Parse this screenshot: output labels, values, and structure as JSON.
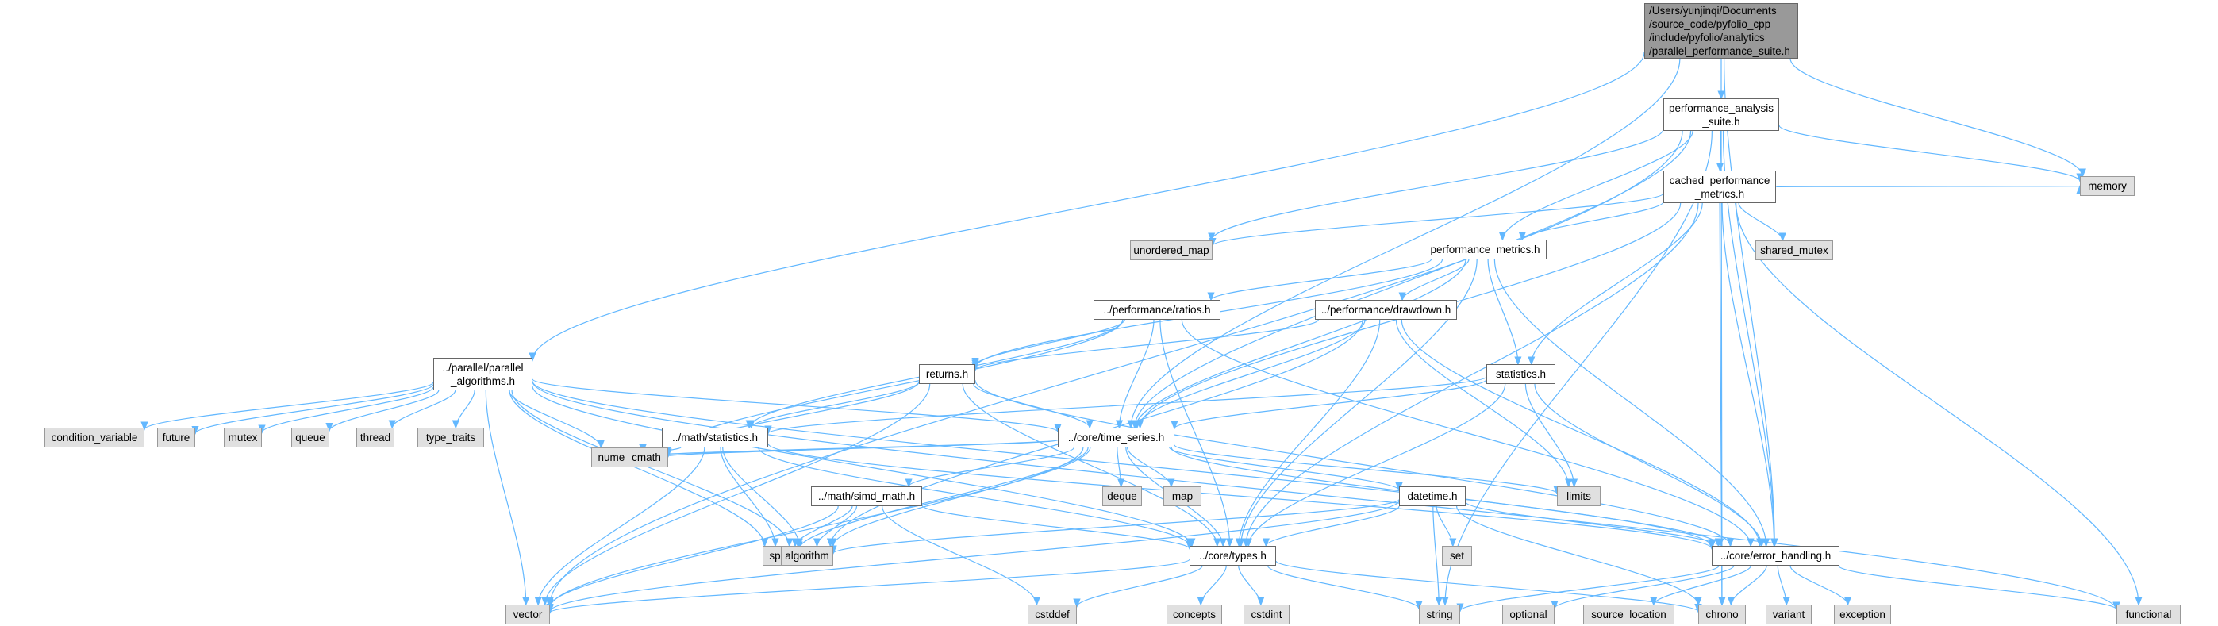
{
  "graph": {
    "edge_color": "#63b8ff",
    "nodes": [
      {
        "id": "root",
        "kind": "root",
        "lines": [
          "/Users/yunjinqi/Documents",
          "/source_code/pyfolio_cpp",
          "/include/pyfolio/analytics",
          "/parallel_performance_suite.h"
        ]
      },
      {
        "id": "pas",
        "kind": "file",
        "lines": [
          "performance_analysis",
          "_suite.h"
        ]
      },
      {
        "id": "memory",
        "kind": "sys",
        "lines": [
          "memory"
        ]
      },
      {
        "id": "cpm",
        "kind": "file",
        "lines": [
          "cached_performance",
          "_metrics.h"
        ]
      },
      {
        "id": "unordered_map",
        "kind": "sys",
        "lines": [
          "unordered_map"
        ]
      },
      {
        "id": "shared_mutex",
        "kind": "sys",
        "lines": [
          "shared_mutex"
        ]
      },
      {
        "id": "pm",
        "kind": "file",
        "lines": [
          "performance_metrics.h"
        ]
      },
      {
        "id": "ratios",
        "kind": "file",
        "lines": [
          "../performance/ratios.h"
        ]
      },
      {
        "id": "drawdown",
        "kind": "file",
        "lines": [
          "../performance/drawdown.h"
        ]
      },
      {
        "id": "parallel",
        "kind": "file",
        "lines": [
          "../parallel/parallel",
          "_algorithms.h"
        ]
      },
      {
        "id": "returns",
        "kind": "file",
        "lines": [
          "returns.h"
        ]
      },
      {
        "id": "statistics",
        "kind": "file",
        "lines": [
          "statistics.h"
        ]
      },
      {
        "id": "condition_variable",
        "kind": "sys",
        "lines": [
          "condition_variable"
        ]
      },
      {
        "id": "future",
        "kind": "sys",
        "lines": [
          "future"
        ]
      },
      {
        "id": "mutex",
        "kind": "sys",
        "lines": [
          "mutex"
        ]
      },
      {
        "id": "queue",
        "kind": "sys",
        "lines": [
          "queue"
        ]
      },
      {
        "id": "thread",
        "kind": "sys",
        "lines": [
          "thread"
        ]
      },
      {
        "id": "type_traits",
        "kind": "sys",
        "lines": [
          "type_traits"
        ]
      },
      {
        "id": "mstat",
        "kind": "file",
        "lines": [
          "../math/statistics.h"
        ]
      },
      {
        "id": "ts",
        "kind": "file",
        "lines": [
          "../core/time_series.h"
        ]
      },
      {
        "id": "deque",
        "kind": "sys",
        "lines": [
          "deque"
        ]
      },
      {
        "id": "map",
        "kind": "sys",
        "lines": [
          "map"
        ]
      },
      {
        "id": "numeric",
        "kind": "sys",
        "lines": [
          "numeric"
        ]
      },
      {
        "id": "cmath",
        "kind": "sys",
        "lines": [
          "cmath"
        ]
      },
      {
        "id": "datetime",
        "kind": "file",
        "lines": [
          "datetime.h"
        ]
      },
      {
        "id": "limits",
        "kind": "sys",
        "lines": [
          "limits"
        ]
      },
      {
        "id": "simd",
        "kind": "file",
        "lines": [
          "../math/simd_math.h"
        ]
      },
      {
        "id": "set",
        "kind": "sys",
        "lines": [
          "set"
        ]
      },
      {
        "id": "span",
        "kind": "sys",
        "lines": [
          "span"
        ]
      },
      {
        "id": "algorithm",
        "kind": "sys",
        "lines": [
          "algorithm"
        ]
      },
      {
        "id": "types",
        "kind": "file",
        "lines": [
          "../core/types.h"
        ]
      },
      {
        "id": "eh",
        "kind": "file",
        "lines": [
          "../core/error_handling.h"
        ]
      },
      {
        "id": "vector",
        "kind": "sys",
        "lines": [
          "vector"
        ]
      },
      {
        "id": "cstddef",
        "kind": "sys",
        "lines": [
          "cstddef"
        ]
      },
      {
        "id": "concepts",
        "kind": "sys",
        "lines": [
          "concepts"
        ]
      },
      {
        "id": "cstdint",
        "kind": "sys",
        "lines": [
          "cstdint"
        ]
      },
      {
        "id": "string",
        "kind": "sys",
        "lines": [
          "string"
        ]
      },
      {
        "id": "optional",
        "kind": "sys",
        "lines": [
          "optional"
        ]
      },
      {
        "id": "source_location",
        "kind": "sys",
        "lines": [
          "source_location"
        ]
      },
      {
        "id": "chrono",
        "kind": "sys",
        "lines": [
          "chrono"
        ]
      },
      {
        "id": "variant",
        "kind": "sys",
        "lines": [
          "variant"
        ]
      },
      {
        "id": "exception",
        "kind": "sys",
        "lines": [
          "exception"
        ]
      },
      {
        "id": "functional",
        "kind": "sys",
        "lines": [
          "functional"
        ]
      }
    ],
    "edges": [
      [
        "root",
        "pas"
      ],
      [
        "root",
        "memory"
      ],
      [
        "root",
        "parallel"
      ],
      [
        "root",
        "ts"
      ],
      [
        "root",
        "eh"
      ],
      [
        "pas",
        "cpm"
      ],
      [
        "pas",
        "memory"
      ],
      [
        "pas",
        "unordered_map"
      ],
      [
        "pas",
        "pm"
      ],
      [
        "pas",
        "ts"
      ],
      [
        "pas",
        "eh"
      ],
      [
        "pas",
        "vector"
      ],
      [
        "pas",
        "string"
      ],
      [
        "pas",
        "chrono"
      ],
      [
        "cpm",
        "pm"
      ],
      [
        "cpm",
        "unordered_map"
      ],
      [
        "cpm",
        "shared_mutex"
      ],
      [
        "cpm",
        "memory"
      ],
      [
        "cpm",
        "statistics"
      ],
      [
        "cpm",
        "types"
      ],
      [
        "cpm",
        "eh"
      ],
      [
        "cpm",
        "chrono"
      ],
      [
        "cpm",
        "functional"
      ],
      [
        "cpm",
        "ts"
      ],
      [
        "pm",
        "ratios"
      ],
      [
        "pm",
        "drawdown"
      ],
      [
        "pm",
        "returns"
      ],
      [
        "pm",
        "statistics"
      ],
      [
        "pm",
        "ts"
      ],
      [
        "pm",
        "types"
      ],
      [
        "pm",
        "eh"
      ],
      [
        "ratios",
        "returns"
      ],
      [
        "ratios",
        "mstat"
      ],
      [
        "ratios",
        "ts"
      ],
      [
        "ratios",
        "types"
      ],
      [
        "ratios",
        "eh"
      ],
      [
        "ratios",
        "cmath"
      ],
      [
        "drawdown",
        "returns"
      ],
      [
        "drawdown",
        "ts"
      ],
      [
        "drawdown",
        "types"
      ],
      [
        "drawdown",
        "eh"
      ],
      [
        "drawdown",
        "limits"
      ],
      [
        "drawdown",
        "algorithm"
      ],
      [
        "parallel",
        "condition_variable"
      ],
      [
        "parallel",
        "future"
      ],
      [
        "parallel",
        "mutex"
      ],
      [
        "parallel",
        "queue"
      ],
      [
        "parallel",
        "thread"
      ],
      [
        "parallel",
        "type_traits"
      ],
      [
        "parallel",
        "numeric"
      ],
      [
        "parallel",
        "span"
      ],
      [
        "parallel",
        "vector"
      ],
      [
        "parallel",
        "algorithm"
      ],
      [
        "parallel",
        "ts"
      ],
      [
        "parallel",
        "types"
      ],
      [
        "parallel",
        "eh"
      ],
      [
        "parallel",
        "functional"
      ],
      [
        "returns",
        "mstat"
      ],
      [
        "returns",
        "ts"
      ],
      [
        "returns",
        "types"
      ],
      [
        "returns",
        "eh"
      ],
      [
        "returns",
        "cmath"
      ],
      [
        "returns",
        "vector"
      ],
      [
        "statistics",
        "mstat"
      ],
      [
        "statistics",
        "ts"
      ],
      [
        "statistics",
        "types"
      ],
      [
        "statistics",
        "eh"
      ],
      [
        "statistics",
        "limits"
      ],
      [
        "mstat",
        "numeric"
      ],
      [
        "mstat",
        "cmath"
      ],
      [
        "mstat",
        "algorithm"
      ],
      [
        "mstat",
        "vector"
      ],
      [
        "mstat",
        "span"
      ],
      [
        "mstat",
        "types"
      ],
      [
        "mstat",
        "eh"
      ],
      [
        "ts",
        "deque"
      ],
      [
        "ts",
        "map"
      ],
      [
        "ts",
        "numeric"
      ],
      [
        "ts",
        "cmath"
      ],
      [
        "ts",
        "datetime"
      ],
      [
        "ts",
        "limits"
      ],
      [
        "ts",
        "simd"
      ],
      [
        "ts",
        "span"
      ],
      [
        "ts",
        "algorithm"
      ],
      [
        "ts",
        "types"
      ],
      [
        "ts",
        "eh"
      ],
      [
        "ts",
        "vector"
      ],
      [
        "datetime",
        "set"
      ],
      [
        "datetime",
        "types"
      ],
      [
        "datetime",
        "eh"
      ],
      [
        "datetime",
        "string"
      ],
      [
        "datetime",
        "chrono"
      ],
      [
        "datetime",
        "algorithm"
      ],
      [
        "datetime",
        "vector"
      ],
      [
        "simd",
        "span"
      ],
      [
        "simd",
        "algorithm"
      ],
      [
        "simd",
        "types"
      ],
      [
        "simd",
        "vector"
      ],
      [
        "simd",
        "cstddef"
      ],
      [
        "types",
        "vector"
      ],
      [
        "types",
        "cstddef"
      ],
      [
        "types",
        "concepts"
      ],
      [
        "types",
        "cstdint"
      ],
      [
        "types",
        "string"
      ],
      [
        "types",
        "chrono"
      ],
      [
        "eh",
        "string"
      ],
      [
        "eh",
        "optional"
      ],
      [
        "eh",
        "source_location"
      ],
      [
        "eh",
        "chrono"
      ],
      [
        "eh",
        "variant"
      ],
      [
        "eh",
        "exception"
      ],
      [
        "eh",
        "functional"
      ]
    ]
  }
}
